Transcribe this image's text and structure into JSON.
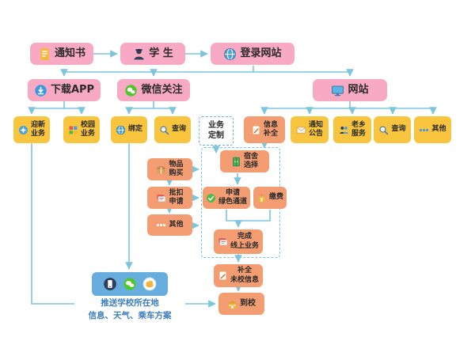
{
  "colors": {
    "pink": "#f8a9c3",
    "yellow": "#f9c53e",
    "orange": "#f59d72",
    "arrow_blue": "#7cc5de",
    "panel_blue": "#67aede",
    "push_text_blue": "#3c7dbd"
  },
  "nodes": {
    "notice": {
      "label": "通知书",
      "icon": "document-icon"
    },
    "student": {
      "label": "学 生",
      "icon": "student-icon"
    },
    "login_site": {
      "label": "登录网站",
      "icon": "globe-icon"
    },
    "download_app": {
      "label": "下载APP",
      "icon": "download-icon"
    },
    "wechat_follow": {
      "label": "微信关注",
      "icon": "wechat-icon"
    },
    "website": {
      "label": "网站",
      "icon": "monitor-icon"
    },
    "welcome_biz": {
      "label": "迎新\n业务",
      "icon": "star-icon"
    },
    "campus_biz": {
      "label": "校园\n业务",
      "icon": "grid-icon"
    },
    "bind": {
      "label": "绑定",
      "icon": "globe-icon"
    },
    "query_wechat": {
      "label": "查询",
      "icon": "search-icon"
    },
    "biz_custom": {
      "label": "业务\n定制"
    },
    "info_complete": {
      "label": "信息\n补全",
      "icon": "pencil-icon"
    },
    "notice_board": {
      "label": "通知\n公告",
      "icon": "mail-icon"
    },
    "hometown_service": {
      "label": "老乡\n服务",
      "icon": "people-icon"
    },
    "query_web": {
      "label": "查询",
      "icon": "search-icon"
    },
    "other_web": {
      "label": "其他",
      "icon": "dots-icon"
    },
    "dorm_select": {
      "label": "宿舍\n选择",
      "icon": "wardrobe-icon"
    },
    "item_purchase": {
      "label": "物品\n购买",
      "icon": "box-icon"
    },
    "batch_apply": {
      "label": "批扣\n申请",
      "icon": "cards-icon"
    },
    "other_custom": {
      "label": "其他",
      "icon": "dots-icon"
    },
    "green_channel": {
      "label": "申请\n绿色通道",
      "icon": "check-icon"
    },
    "pay_fee": {
      "label": "缴费",
      "icon": "moneybag-icon"
    },
    "finish_online": {
      "label": "完成\n线上业务",
      "icon": "cards-icon"
    },
    "complete_info": {
      "label": "补全\n未校信息",
      "icon": "pencil-icon"
    },
    "arrive_school": {
      "label": "到校",
      "icon": "school-icon"
    },
    "push_note": {
      "label": "推送学校所在地\n信息、天气、乘车方案",
      "icons": [
        "phone-icon",
        "wechat-icon",
        "cloud-icon"
      ]
    }
  },
  "edges": [
    {
      "from": "notice",
      "to": "student"
    },
    {
      "from": "student",
      "to": "login_site"
    },
    {
      "from": "login_site",
      "to": "download_app"
    },
    {
      "from": "login_site",
      "to": "wechat_follow"
    },
    {
      "from": "login_site",
      "to": "website"
    },
    {
      "from": "download_app",
      "to": "welcome_biz"
    },
    {
      "from": "download_app",
      "to": "campus_biz"
    },
    {
      "from": "wechat_follow",
      "to": "bind"
    },
    {
      "from": "wechat_follow",
      "to": "query_wechat"
    },
    {
      "from": "website",
      "to": "info_complete"
    },
    {
      "from": "website",
      "to": "notice_board"
    },
    {
      "from": "website",
      "to": "hometown_service"
    },
    {
      "from": "website",
      "to": "query_web"
    },
    {
      "from": "website",
      "to": "other_web"
    },
    {
      "from": "info_complete",
      "to": "dorm_select"
    },
    {
      "from": "biz_custom",
      "to": "dorm_select"
    },
    {
      "from": "item_purchase",
      "to": "batch_apply"
    },
    {
      "from": "batch_apply",
      "to": "other_custom"
    },
    {
      "from": "item_purchase",
      "to": "green_channel"
    },
    {
      "from": "batch_apply",
      "to": "green_channel"
    },
    {
      "from": "other_custom",
      "to": "green_channel"
    },
    {
      "from": "dorm_select",
      "to": "green_channel"
    },
    {
      "from": "green_channel",
      "to": "finish_online"
    },
    {
      "from": "pay_fee",
      "to": "finish_online"
    },
    {
      "from": "finish_online",
      "to": "complete_info"
    },
    {
      "from": "complete_info",
      "to": "arrive_school"
    },
    {
      "from": "bind",
      "to": "push_note"
    },
    {
      "from": "welcome_biz",
      "to": "push_note"
    },
    {
      "from": "push_note",
      "to": "arrive_school"
    }
  ]
}
